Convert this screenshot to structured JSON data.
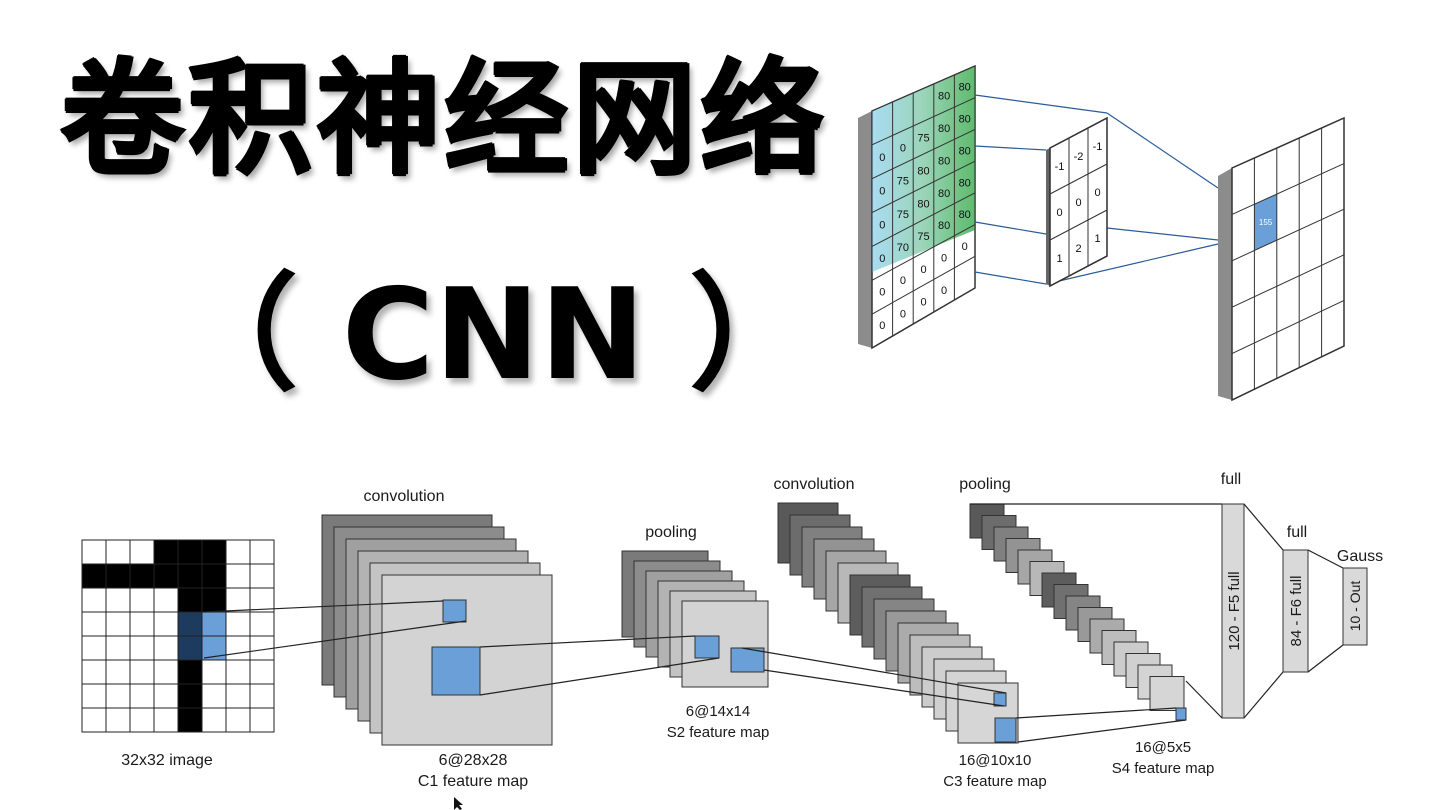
{
  "title": {
    "cn": "卷积神经网络",
    "en": "（ CNN ）"
  },
  "conv_demo": {
    "input_grid": [
      [
        "",
        "",
        "",
        "80",
        "80"
      ],
      [
        "0",
        "0",
        "75",
        "80",
        "80"
      ],
      [
        "0",
        "75",
        "80",
        "80",
        "80"
      ],
      [
        "0",
        "75",
        "80",
        "80",
        "80"
      ],
      [
        "0",
        "70",
        "75",
        "80",
        "80"
      ],
      [
        "0",
        "0",
        "0",
        "0",
        "0"
      ],
      [
        "0",
        "0",
        "0",
        "0",
        ""
      ]
    ],
    "kernel": [
      [
        "-1",
        "-2",
        "-1"
      ],
      [
        "0",
        "0",
        "0"
      ],
      [
        "1",
        "2",
        "1"
      ]
    ],
    "output_value": "155"
  },
  "lenet": {
    "input_caption": "32x32 image",
    "stage_labels": {
      "conv1": "convolution",
      "pool1": "pooling",
      "conv2": "convolution",
      "pool2": "pooling",
      "full1": "full",
      "full2": "full",
      "gauss": "Gauss"
    },
    "c1": {
      "dims": "6@28x28",
      "name": "C1 feature map"
    },
    "s2": {
      "dims": "6@14x14",
      "name": "S2 feature map"
    },
    "c3": {
      "dims": "16@10x10",
      "name": "C3 feature map"
    },
    "s4": {
      "dims": "16@5x5",
      "name": "S4 feature map"
    },
    "f5": "120 - F5 full",
    "f6": "84 - F6 full",
    "out": "10 - Out"
  },
  "colors": {
    "highlight_blue": "#6a9fd8",
    "map_gray": "#d0d0d0",
    "dark_gray": "#555555",
    "kernel_line": "#2a5c9a"
  }
}
